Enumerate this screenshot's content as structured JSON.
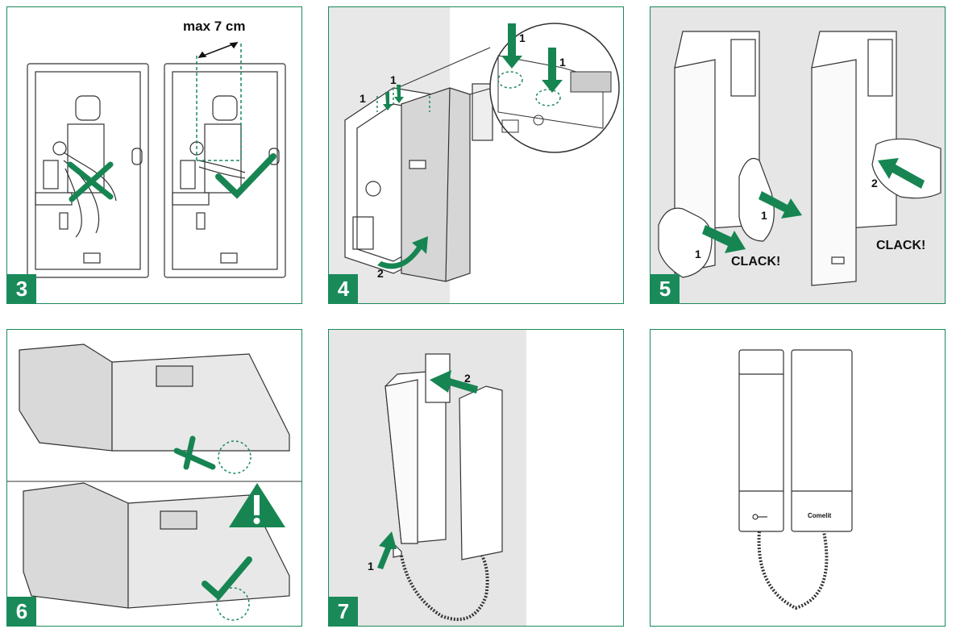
{
  "panels": [
    {
      "number": "3",
      "labels": {
        "measure": "max 7 cm"
      }
    },
    {
      "number": "4",
      "labels": {
        "a": "1",
        "b": "1",
        "c": "1",
        "d": "1",
        "e": "2"
      }
    },
    {
      "number": "5",
      "labels": {
        "a": "1",
        "b": "1",
        "c": "2",
        "clack1": "CLACK!",
        "clack2": "CLACK!"
      }
    },
    {
      "number": "6"
    },
    {
      "number": "7",
      "labels": {
        "a": "2",
        "b": "1"
      }
    },
    {
      "number": "",
      "labels": {
        "brand": "Comelit"
      }
    }
  ],
  "colors": {
    "accent": "#1a8a5a",
    "arrow": "#178552",
    "line": "#333333",
    "panel_bg_grey": "#e6e6e6"
  },
  "icons": [
    "check-icon",
    "cross-icon",
    "warning-icon",
    "key-icon",
    "hand-icon",
    "arrow-icon"
  ]
}
